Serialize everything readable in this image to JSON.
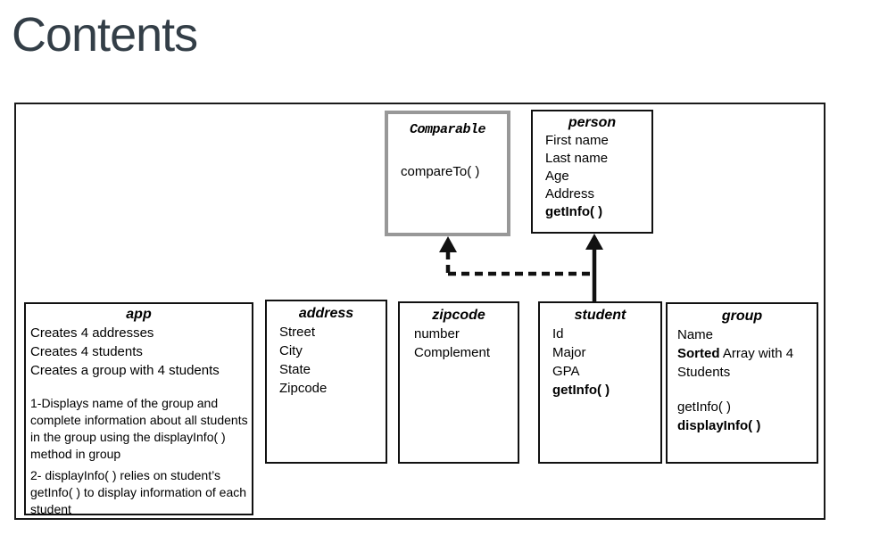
{
  "page": {
    "title": "Contents"
  },
  "colors": {
    "heading_text": "#333e47",
    "diagram_text": "#000000",
    "box_border": "#1a1a1a",
    "comparable_border": "#989898",
    "arrow": "#111111"
  },
  "diagram": {
    "comparable": {
      "title": "Comparable",
      "method": "compareTo( )"
    },
    "person": {
      "title": "person",
      "attrs": [
        "First name",
        "Last name",
        "Age",
        "Address"
      ],
      "method": "getInfo( )"
    },
    "app": {
      "title": "app",
      "lines": [
        "Creates 4 addresses",
        "Creates 4 students",
        "Creates a group with 4 students"
      ],
      "para1": "1-Displays name of the group and complete information about all students in the group using the displayInfo( ) method in group",
      "para2": "2- displayInfo( ) relies on student’s getInfo( ) to display information of each student"
    },
    "address": {
      "title": "address",
      "attrs": [
        "Street",
        "City",
        "State",
        "Zipcode"
      ]
    },
    "zipcode": {
      "title": "zipcode",
      "attrs": [
        "number",
        "Complement"
      ]
    },
    "student": {
      "title": "student",
      "attrs": [
        "Id",
        "Major",
        "GPA"
      ],
      "method": "getInfo( )"
    },
    "group": {
      "title": "group",
      "attr1": "Name",
      "attr2_bold": "Sorted",
      "attr2_rest": " Array with 4 Students",
      "method1": "getInfo( )",
      "method2": "displayInfo( )"
    },
    "relations": [
      {
        "from": "student",
        "to": "person",
        "style": "solid-arrow"
      },
      {
        "from": "student",
        "to": "Comparable",
        "style": "dashed-arrow"
      }
    ]
  }
}
